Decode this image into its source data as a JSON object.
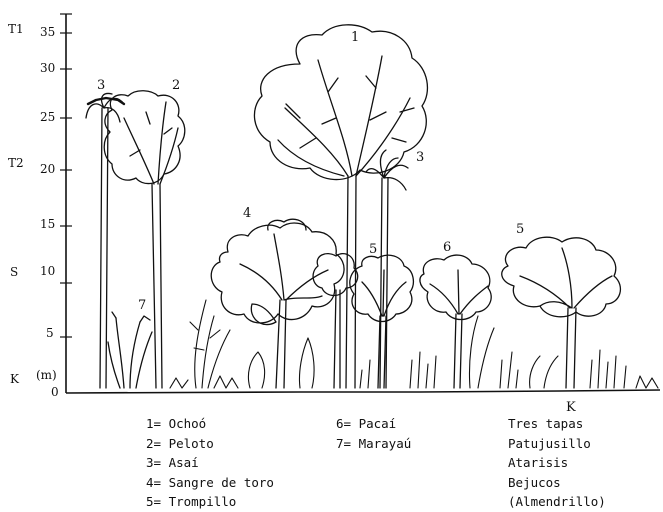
{
  "strata": [
    "T1",
    "T2",
    "S",
    "K"
  ],
  "axis": {
    "unit": "(m)",
    "ticks": [
      "35",
      "30",
      "25",
      "20",
      "15",
      "10",
      "5",
      "0"
    ]
  },
  "tree_labels": [
    "1",
    "2",
    "3",
    "3",
    "4",
    "5",
    "5",
    "6",
    "7"
  ],
  "stratum_k_header": "K",
  "legend": {
    "col1": [
      "1= Ochoó",
      "2= Peloto",
      "3= Asaí",
      "4= Sangre de toro",
      "5= Trompillo"
    ],
    "col2": [
      "6= Pacaí",
      "7= Marayaú"
    ],
    "col3": [
      "Tres tapas",
      "Patujusillo",
      "Atarisis",
      "Bejucos",
      "(Almendrillo)"
    ]
  },
  "colors": {
    "ink": "#111111",
    "background": "#ffffff"
  }
}
